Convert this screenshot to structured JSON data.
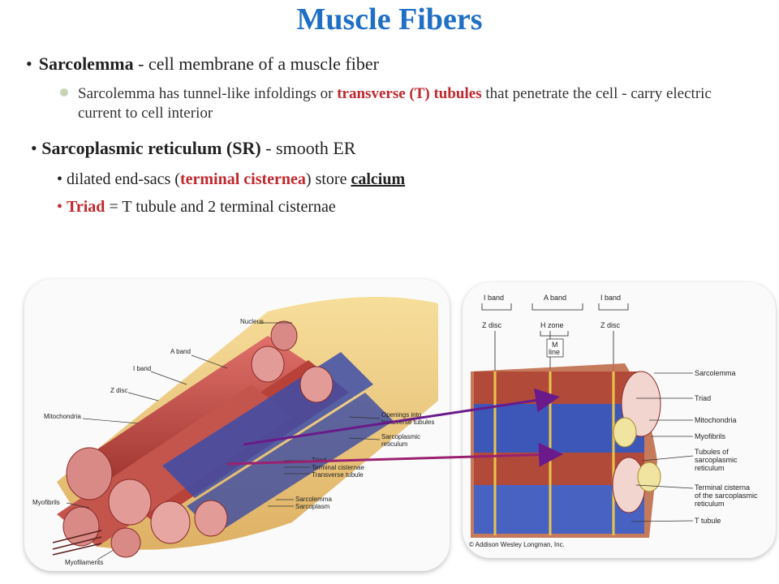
{
  "title": "Muscle Fibers",
  "bullet1": {
    "term": "Sarcolemma",
    "rest": " - cell membrane of a muscle fiber"
  },
  "bullet2": {
    "pre": "Sarcolemma has tunnel-like infoldings or ",
    "highlight": "transverse (T) tubules",
    "post": " that penetrate the cell - carry electric current to cell interior"
  },
  "bullet3": {
    "term": "Sarcoplasmic reticulum (SR)",
    "rest": " - smooth ER"
  },
  "bullet4": {
    "pre": "dilated end-sacs (",
    "highlight": "terminal cisternea",
    "mid": ") store ",
    "emph": "calcium"
  },
  "bullet5": {
    "term": "Triad",
    "rest": " = T tubule and 2 terminal cisternae"
  },
  "left_figure": {
    "labels": {
      "nucleus": "Nucleus",
      "aband": "A band",
      "iband": "I band",
      "zdisc": "Z disc",
      "mito": "Mitochondria",
      "openings1": "Openings into",
      "openings2": "transverse tubules",
      "sr1": "Sarcoplasmic",
      "sr2": "reticulum",
      "triad": "Triad",
      "tc": "Terminal cisternae",
      "tt": "Transverse tubule",
      "sarcolemma": "Sarcolemma",
      "sarcoplasm": "Sarcoplasm",
      "myofibrils": "Myofibrils",
      "myofilaments": "Myofilaments"
    }
  },
  "right_figure": {
    "top": {
      "iband": "I band",
      "aband": "A band",
      "iband2": "I band",
      "zdisc": "Z disc",
      "hzone": "H zone",
      "zdisc2": "Z disc",
      "mline1": "M",
      "mline2": "line"
    },
    "side": {
      "sarcolemma": "Sarcolemma",
      "triad": "Triad",
      "mito": "Mitochondria",
      "myofibrils": "Myofibrils",
      "tubules1": "Tubules of",
      "tubules2": "sarcoplasmic",
      "tubules3": "reticulum",
      "tc1": "Terminal cisterna",
      "tc2": "of the sarcoplasmic",
      "tc3": "reticulum",
      "ttub": "T tubule"
    },
    "copyright": "© Addison Wesley Longman, Inc."
  }
}
